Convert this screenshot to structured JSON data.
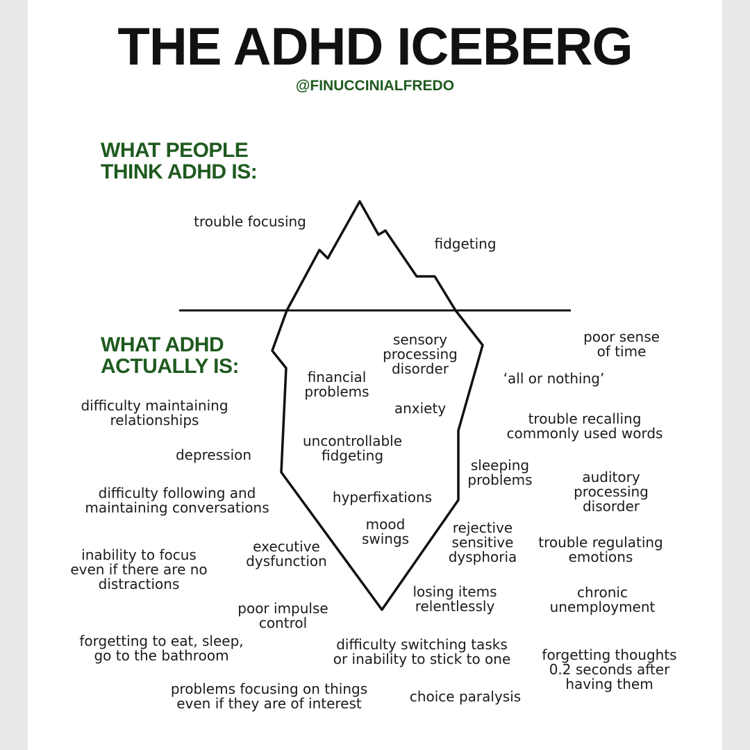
{
  "title": "THE ADHD ICEBERG",
  "handle": "@FINUCCINIALFREDO",
  "headings": {
    "above": "WHAT PEOPLE\nTHINK ADHD IS:",
    "below": "WHAT ADHD\nACTUALLY IS:"
  },
  "colors": {
    "accent": "#1f5a1f",
    "text": "#1a1a1a",
    "line": "#111111"
  },
  "above_water": {
    "trouble_focusing": "trouble focusing",
    "fidgeting": "fidgeting"
  },
  "inside_iceberg": {
    "sensory": "sensory\nprocessing\ndisorder",
    "financial": "financial\nproblems",
    "anxiety": "anxiety",
    "uncontrollable": "uncontrollable\nfidgeting",
    "hyperfixations": "hyperfixations",
    "mood": "mood\nswings"
  },
  "around_iceberg": {
    "poor_sense_time": "poor sense\nof time",
    "all_or_nothing": "‘all or nothing’",
    "difficulty_relationships": "difficulty maintaining\nrelationships",
    "trouble_recalling": "trouble recalling\ncommonly used words",
    "depression": "depression",
    "sleeping": "sleeping\nproblems",
    "auditory": "auditory\nprocessing\ndisorder",
    "conversations": "difficulty following and\nmaintaining conversations",
    "rejective": "rejective\nsensitive\ndysphoria",
    "executive": "executive\ndysfunction",
    "inability_focus": "inability to focus\neven if there are no\ndistractions",
    "trouble_regulating": "trouble regulating\nemotions",
    "losing_items": "losing items\nrelentlessly",
    "chronic": "chronic\nunemployment",
    "impulse": "poor impulse\ncontrol",
    "forgetting_eat": "forgetting to eat, sleep,\ngo to the bathroom",
    "switching": "difficulty switching tasks\nor inability to stick to one",
    "forgetting_thoughts": "forgetting thoughts\n0.2 seconds after\nhaving them",
    "problems_focusing": "problems focusing on things\neven if they are of interest",
    "choice_paralysis": "choice paralysis"
  }
}
